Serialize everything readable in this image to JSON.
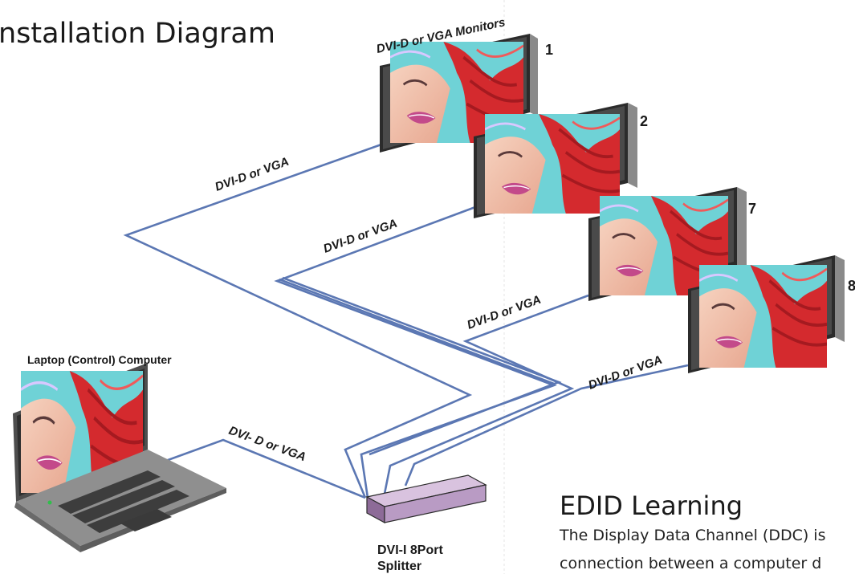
{
  "title": "nstallation Diagram",
  "monitors_header": "DVI-D or VGA Monitors",
  "monitor_numbers": [
    "1",
    "2",
    "7",
    "8"
  ],
  "cable_labels": [
    "DVI-D or VGA",
    "DVI-D or VGA",
    "DVI-D or VGA",
    "DVI-D or VGA",
    "DVI- D or VGA"
  ],
  "laptop_label": "Laptop (Control) Computer",
  "splitter_label": [
    "DVI-I 8Port",
    "Splitter"
  ],
  "edid": {
    "heading": "EDID Learning",
    "lines": [
      "The Display Data Channel (DDC) is",
      "connection between a computer d"
    ]
  },
  "colors": {
    "cable": "#5b77b3",
    "splitter": "#b99bc4",
    "hair": "#d42a2e",
    "screen_bg": "#6fd2d6"
  }
}
